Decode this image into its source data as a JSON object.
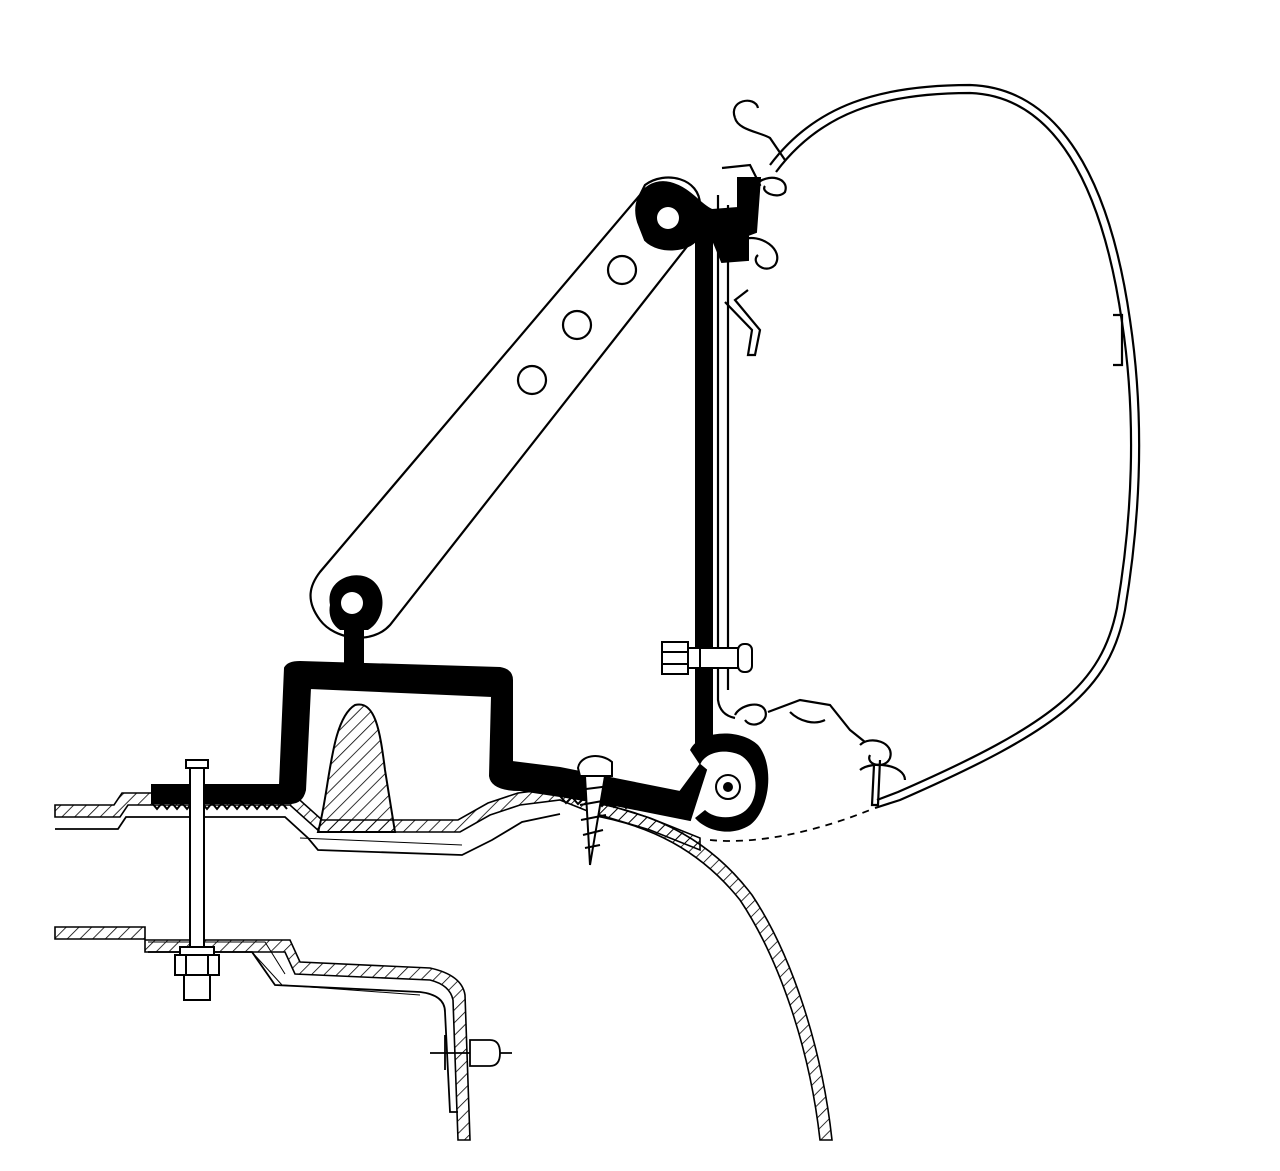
{
  "diagram": {
    "colors": {
      "background": "#ffffff",
      "line": "#000000",
      "fill_dark": "#000000"
    },
    "parts": [
      "awning-cassette-housing",
      "awning-rail-profile",
      "diagonal-support-arm",
      "adjustment-holes",
      "vertical-mounting-bracket",
      "bolt-and-nut",
      "base-clamp-bracket",
      "roof-wedge-block",
      "through-bolt",
      "self-tapping-screw",
      "vehicle-roof-gutter",
      "vehicle-body-panel"
    ]
  }
}
